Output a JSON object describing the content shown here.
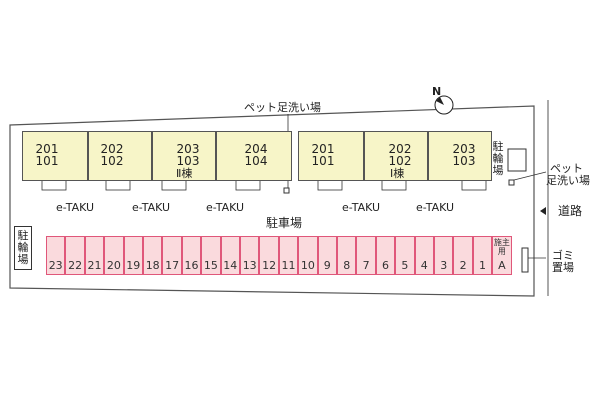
{
  "labels": {
    "pet_wash_top": "ペット足洗い場",
    "parking": "駐車場",
    "bike_left": "駐輪場",
    "bike_right": "駐輪場",
    "pet_wash_right_1": "ペット",
    "pet_wash_right_2": "足洗い場",
    "road": "道路",
    "garbage": "ゴミ置場",
    "building_2": "Ⅱ棟",
    "building_1": "Ⅰ棟",
    "owner_use": "施主用"
  },
  "etaku": [
    "e-TAKU",
    "e-TAKU",
    "e-TAKU",
    "e-TAKU",
    "e-TAKU"
  ],
  "building_left_units": [
    {
      "top": "201",
      "bottom": "101"
    },
    {
      "top": "202",
      "bottom": "102"
    },
    {
      "top": "203",
      "bottom": "103"
    },
    {
      "top": "204",
      "bottom": "104"
    }
  ],
  "building_right_units": [
    {
      "top": "201",
      "bottom": "101"
    },
    {
      "top": "202",
      "bottom": "102"
    },
    {
      "top": "203",
      "bottom": "103"
    }
  ],
  "parking_stalls": [
    "23",
    "22",
    "21",
    "20",
    "19",
    "18",
    "17",
    "16",
    "15",
    "14",
    "13",
    "12",
    "11",
    "10",
    "9",
    "8",
    "7",
    "6",
    "5",
    "4",
    "3",
    "2",
    "1",
    "A"
  ],
  "compass": "N",
  "colors": {
    "unit_fill": "#f7f5c8",
    "stall_fill": "#fadadd",
    "stall_border": "#e0577a",
    "line": "#555555"
  }
}
